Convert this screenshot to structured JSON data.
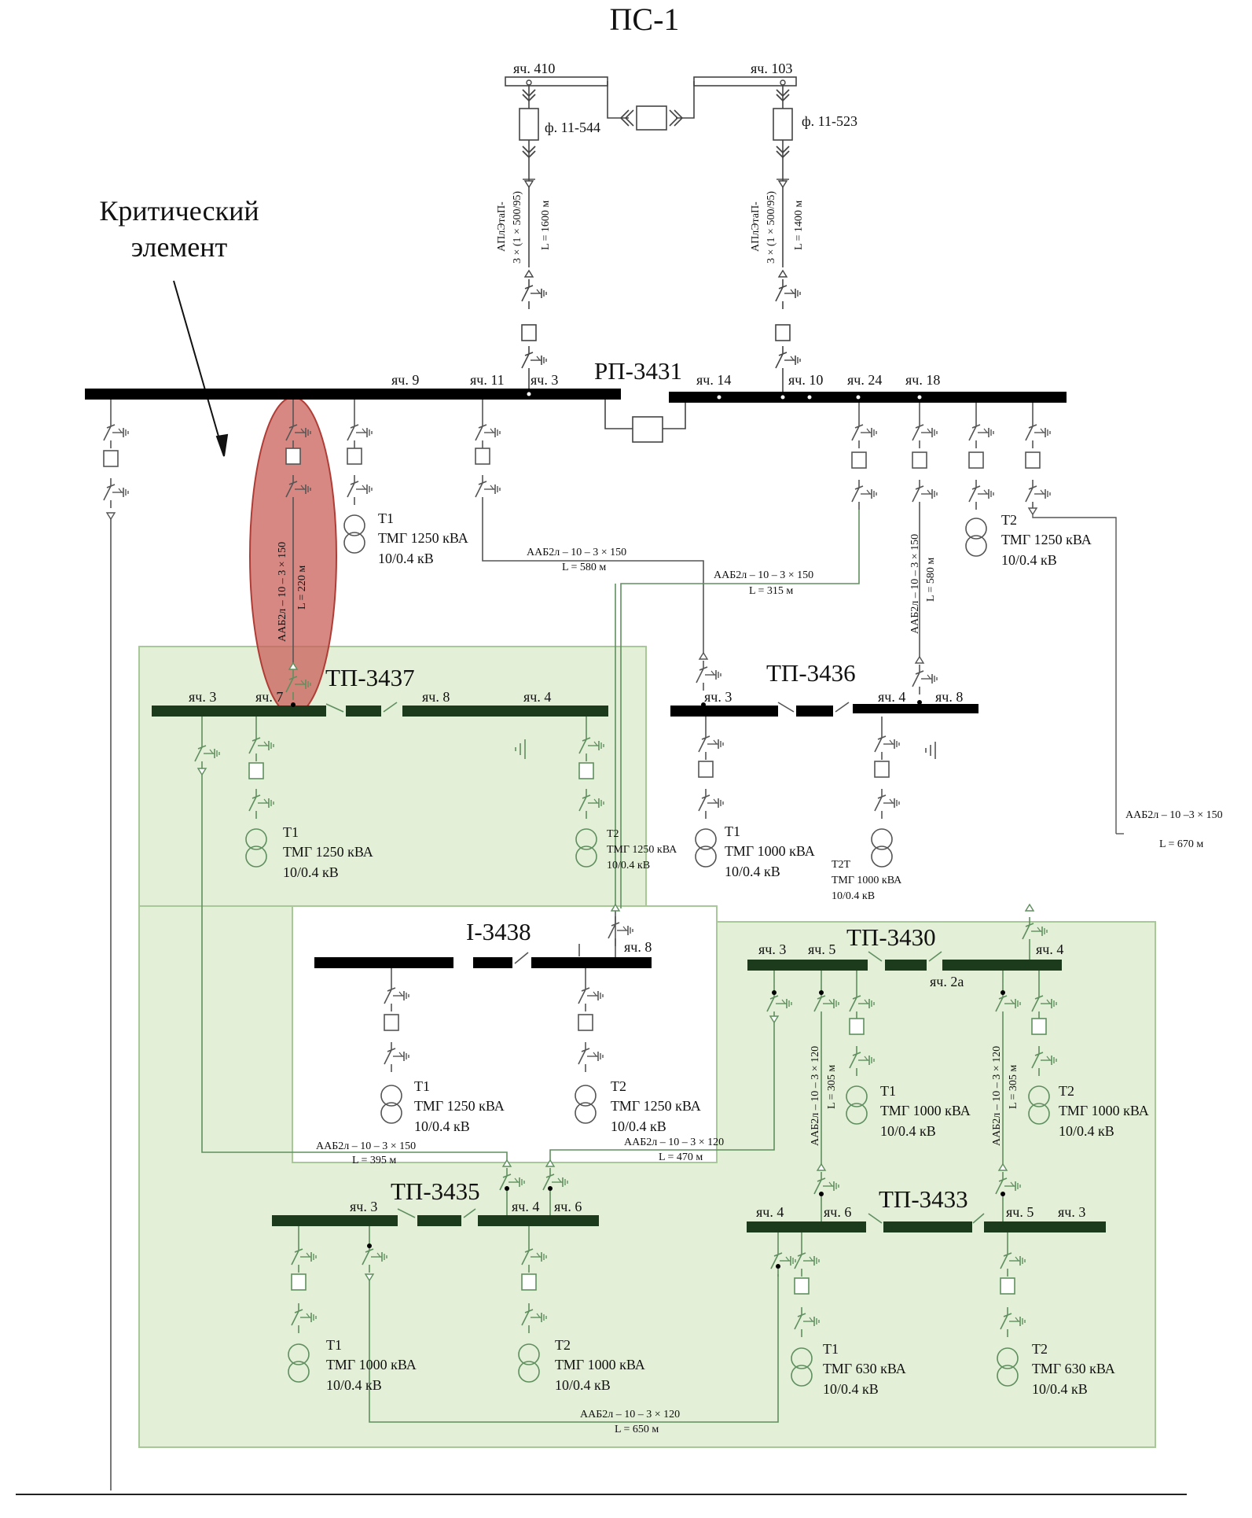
{
  "title": "ПС-1",
  "critical_label": [
    "Критический",
    "элемент"
  ],
  "ps": {
    "cell_410": "яч. 410",
    "cell_103": "яч. 103",
    "feeder_left": "ф. 11-544",
    "feeder_right": "ф. 11-523",
    "cable_left": [
      "АПлЭтаП-",
      "3 × (1 × 500/95)",
      "L = 1600 м"
    ],
    "cable_right": [
      "АПлЭтаП-",
      "3 × (1 × 500/95)",
      "L = 1400 м"
    ]
  },
  "rp3431": {
    "name": "РП-3431",
    "cells": [
      "яч. 9",
      "яч. 11",
      "яч. 3",
      "яч. 14",
      "яч. 10",
      "яч. 24",
      "яч. 18"
    ],
    "t1": [
      "T1",
      "ТМГ 1250 кВА",
      "10/0.4 кВ"
    ],
    "t2": [
      "T2",
      "ТМГ 1250 кВА",
      "10/0.4 кВ"
    ]
  },
  "cables": {
    "crit": [
      "ААБ2л – 10 – 3 × 150",
      "L = 220 м"
    ],
    "c580h": [
      "ААБ2л – 10 – 3 × 150",
      "L = 580 м"
    ],
    "c315": [
      "ААБ2л – 10 – 3 × 150",
      "L = 315 м"
    ],
    "c580v": [
      "ААБ2л – 10 – 3 × 150",
      "L = 580 м"
    ],
    "c670": [
      "ААБ2л – 10 –3 × 150",
      "L = 670 м"
    ],
    "c395": [
      "ААБ2л – 10 – 3 × 150",
      "L = 395 м"
    ],
    "c470": [
      "ААБ2л – 10 – 3 × 120",
      "L = 470 м"
    ],
    "c305a": [
      "ААБ2л – 10 – 3 × 120",
      "L = 305 м"
    ],
    "c305b": [
      "ААБ2л – 10 – 3 × 120",
      "L = 305 м"
    ],
    "c650": [
      "ААБ2л – 10 – 3 × 120",
      "L = 650 м"
    ]
  },
  "tp3437": {
    "name": "ТП-3437",
    "cells": [
      "яч. 3",
      "яч. 7",
      "яч. 8",
      "яч. 4"
    ],
    "t1": [
      "T1",
      "ТМГ 1250 кВА",
      "10/0.4 кВ"
    ],
    "t2": [
      "T2",
      "ТМГ 1250 кВА",
      "10/0.4 кВ"
    ]
  },
  "tp3436": {
    "name": "ТП-3436",
    "cells": [
      "яч. 3",
      "яч. 4",
      "яч. 8"
    ],
    "t1": [
      "T1",
      "ТМГ 1000 кВА",
      "10/0.4 кВ"
    ],
    "t2": [
      "T2T",
      "ТМГ 1000 кВА",
      "10/0.4 кВ"
    ]
  },
  "tp3438": {
    "name": "I-3438",
    "cells": [
      "яч. 8"
    ],
    "t1": [
      "T1",
      "ТМГ 1250 кВА",
      "10/0.4 кВ"
    ],
    "t2": [
      "T2",
      "ТМГ 1250 кВА",
      "10/0.4 кВ"
    ]
  },
  "tp3430": {
    "name": "ТП-3430",
    "cells": [
      "яч. 3",
      "яч. 5",
      "яч. 4",
      "яч. 2а"
    ],
    "t1": [
      "T1",
      "ТМГ 1000 кВА",
      "10/0.4 кВ"
    ],
    "t2": [
      "T2",
      "ТМГ 1000 кВА",
      "10/0.4 кВ"
    ]
  },
  "tp3435": {
    "name": "ТП-3435",
    "cells": [
      "яч. 3",
      "яч. 4",
      "яч. 6"
    ],
    "t1": [
      "T1",
      "ТМГ 1000 кВА",
      "10/0.4 кВ"
    ],
    "t2": [
      "T2",
      "ТМГ 1000 кВА",
      "10/0.4 кВ"
    ]
  },
  "tp3433": {
    "name": "ТП-3433",
    "cells": [
      "яч. 4",
      "яч. 6",
      "яч. 5",
      "яч. 3"
    ],
    "t1": [
      "T1",
      "ТМГ 630 кВА",
      "10/0.4 кВ"
    ],
    "t2": [
      "T2",
      "ТМГ 630 кВА",
      "10/0.4 кВ"
    ]
  },
  "colors": {
    "zone_fill": "#e3efd6",
    "zone_stroke": "#a9c89a",
    "bus_dark": "#1c3a1c",
    "bus_black": "#000000",
    "line_green": "#5f8f5f",
    "line_gray": "#6a6a6a",
    "critical_fill": "#c9605a"
  }
}
